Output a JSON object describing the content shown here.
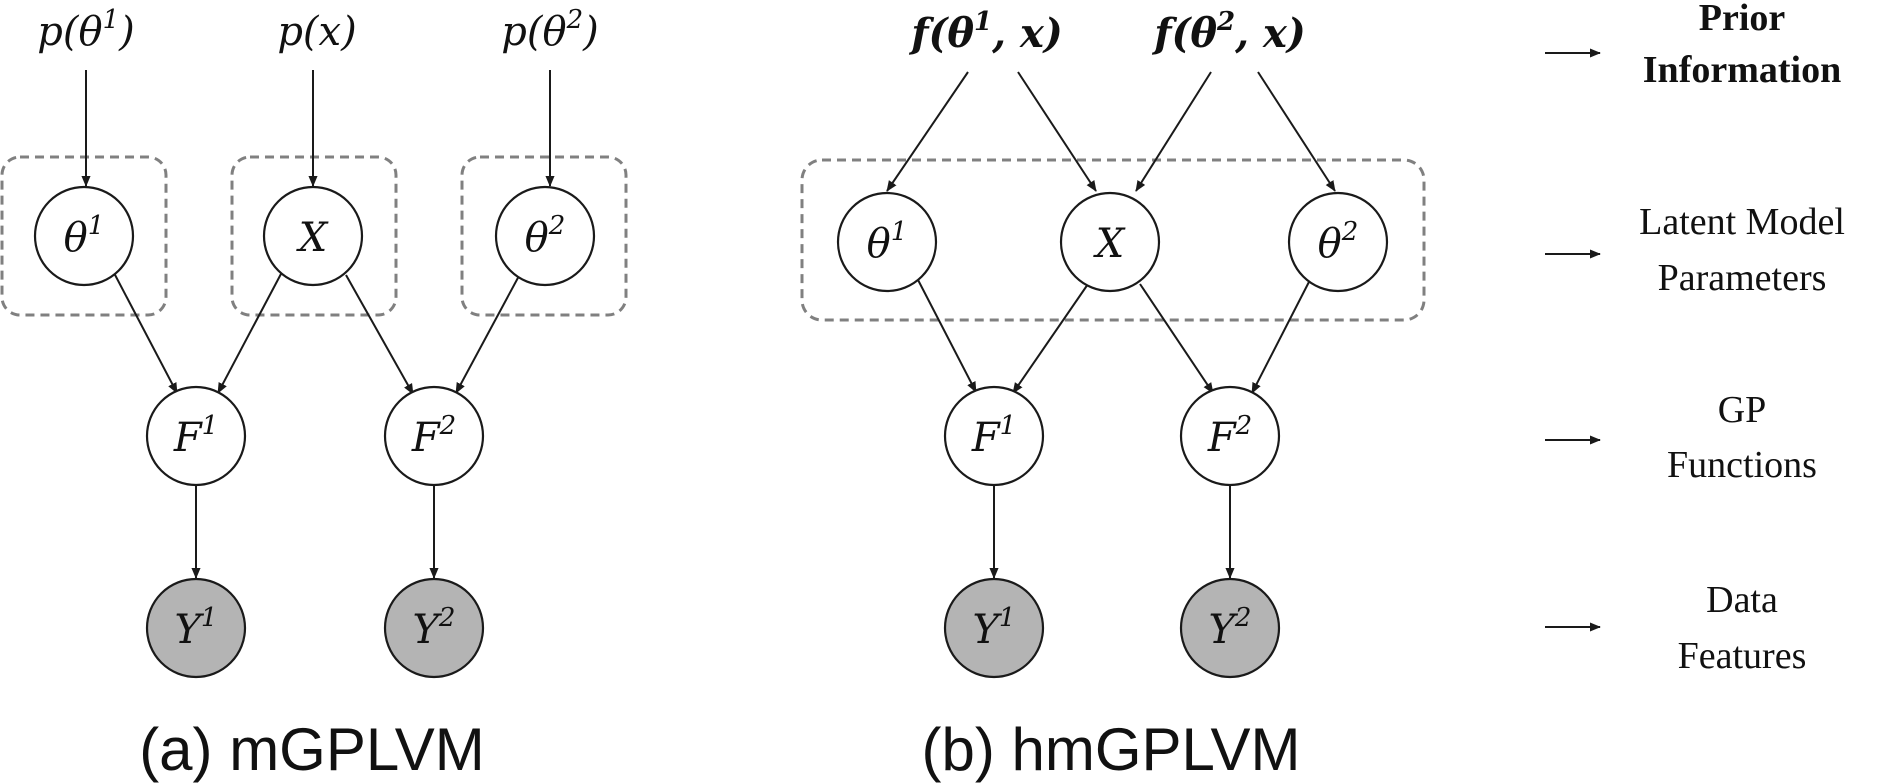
{
  "colors": {
    "observed_node_fill": "#b4b4b4",
    "latent_node_fill": "#ffffff",
    "group_box_stroke": "#808080",
    "edge_stroke": "#1a1a1a"
  },
  "panel_a": {
    "caption": "(a) mGPLVM",
    "priors": {
      "theta1": {
        "base": "p(θ",
        "sup": "1",
        "close": ")"
      },
      "x": {
        "base": "p(x)"
      },
      "theta2": {
        "base": "p(θ",
        "sup": "2",
        "close": ")"
      }
    },
    "nodes": {
      "theta1": {
        "base": "θ",
        "sup": "1"
      },
      "x": {
        "base": "X"
      },
      "theta2": {
        "base": "θ",
        "sup": "2"
      },
      "f1": {
        "base": "F",
        "sup": "1"
      },
      "f2": {
        "base": "F",
        "sup": "2"
      },
      "y1": {
        "base": "Y",
        "sup": "1"
      },
      "y2": {
        "base": "Y",
        "sup": "2"
      }
    }
  },
  "panel_b": {
    "caption": "(b) hmGPLVM",
    "priors": {
      "f1": {
        "base": "f(θ",
        "sup": "1",
        "close": ", x)"
      },
      "f2": {
        "base": "f(θ",
        "sup": "2",
        "close": ", x)"
      }
    },
    "nodes": {
      "theta1": {
        "base": "θ",
        "sup": "1"
      },
      "x": {
        "base": "X"
      },
      "theta2": {
        "base": "θ",
        "sup": "2"
      },
      "f1": {
        "base": "F",
        "sup": "1"
      },
      "f2": {
        "base": "F",
        "sup": "2"
      },
      "y1": {
        "base": "Y",
        "sup": "1"
      },
      "y2": {
        "base": "Y",
        "sup": "2"
      }
    }
  },
  "levels": [
    {
      "line1": "Prior",
      "line2": "Information",
      "bold": true
    },
    {
      "line1": "Latent Model",
      "line2": "Parameters",
      "bold": false
    },
    {
      "line1": "GP",
      "line2": "Functions",
      "bold": false
    },
    {
      "line1": "Data",
      "line2": "Features",
      "bold": false
    }
  ]
}
